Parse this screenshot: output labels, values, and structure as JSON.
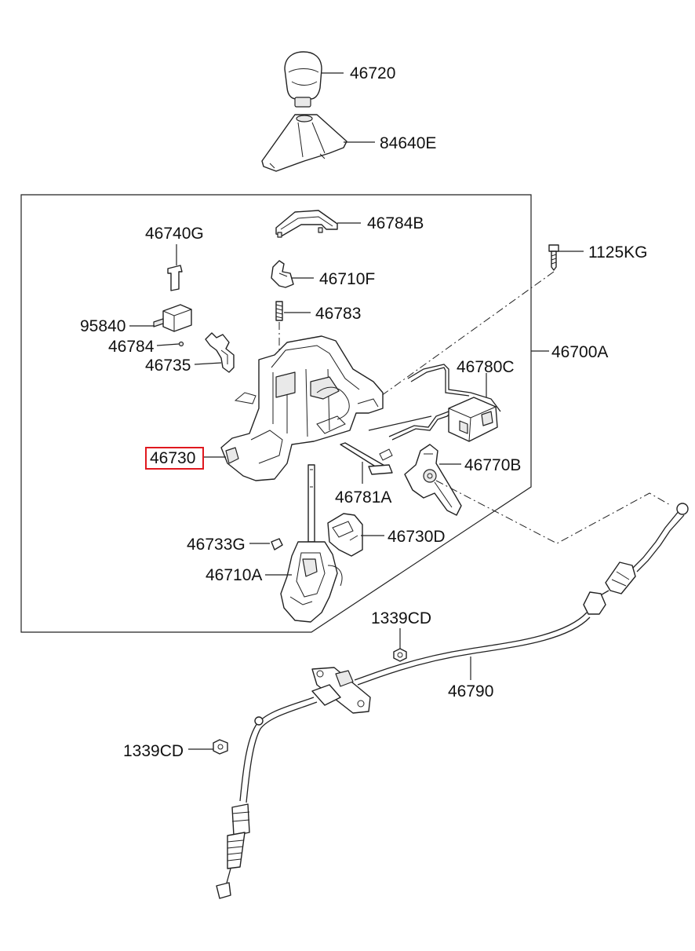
{
  "parts": {
    "p46720": "46720",
    "p84640E": "84640E",
    "p46784B": "46784B",
    "p46740G": "46740G",
    "p1125KG": "1125KG",
    "p46710F": "46710F",
    "p46783": "46783",
    "p95840": "95840",
    "p46784": "46784",
    "p46700A": "46700A",
    "p46735": "46735",
    "p46780C": "46780C",
    "p46730": "46730",
    "p46770B": "46770B",
    "p46781A": "46781A",
    "p46733G": "46733G",
    "p46730D": "46730D",
    "p46710A": "46710A",
    "p1339CD_top": "1339CD",
    "p46790": "46790",
    "p1339CD_bottom": "1339CD"
  },
  "highlight": {
    "part": "46730",
    "color": "#e0191f"
  },
  "colors": {
    "line": "#222222",
    "background": "#ffffff"
  }
}
